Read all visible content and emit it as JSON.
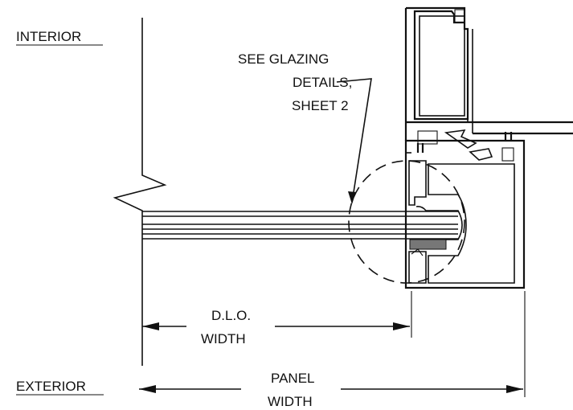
{
  "labels": {
    "interior": "INTERIOR",
    "exterior": "EXTERIOR",
    "callout_line1": "SEE GLAZING",
    "callout_line2": "DETAILS,",
    "callout_line3": "SHEET 2",
    "dlo_line1": "D.L.O.",
    "dlo_line2": "WIDTH",
    "panel_line1": "PANEL",
    "panel_line2": "WIDTH"
  },
  "colors": {
    "ink": "#111111",
    "background": "#ffffff"
  }
}
